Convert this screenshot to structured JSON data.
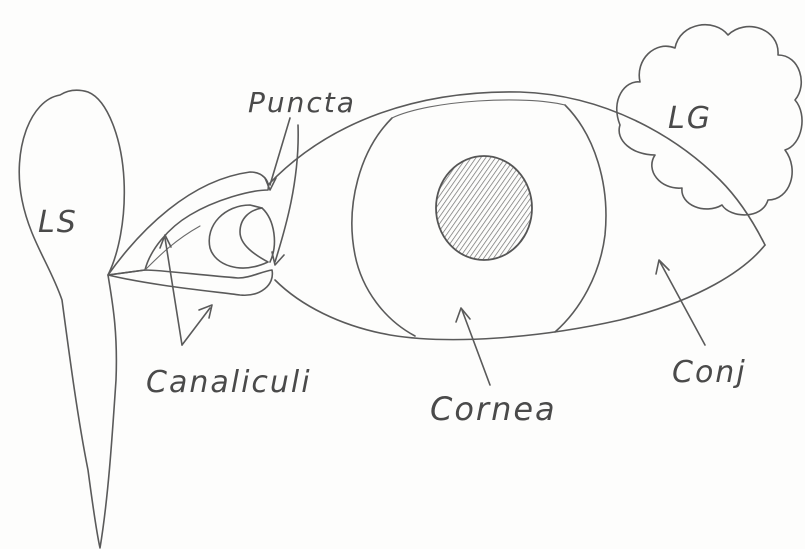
{
  "labels": {
    "lacrimal_sac": "LS",
    "lacrimal_gland": "LG",
    "puncta": "Puncta",
    "canaliculi": "Canaliculi",
    "cornea": "Cornea",
    "conjunctiva": "Conj"
  },
  "colors": {
    "pencil": "#5a5a5a",
    "shading": "#8a8a8a",
    "pupil": "#7a7a7a",
    "paper": "#fdfdfc"
  }
}
